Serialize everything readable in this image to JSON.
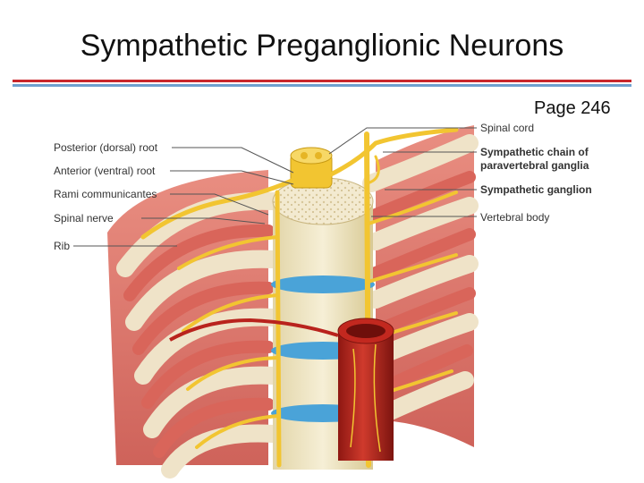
{
  "slide": {
    "title": "Sympathetic Preganglionic Neurons",
    "page_ref": "Page 246"
  },
  "labels_left": [
    {
      "text": "Posterior (dorsal) root"
    },
    {
      "text": "Anterior (ventral) root"
    },
    {
      "text": "Rami communicantes"
    },
    {
      "text": "Spinal nerve"
    },
    {
      "text": "Rib"
    }
  ],
  "labels_right": [
    {
      "text": "Spinal cord"
    },
    {
      "text": "Sympathetic chain of",
      "text2": "paravertebral ganglia"
    },
    {
      "text": "Sympathetic ganglion"
    },
    {
      "text": "Vertebral body"
    }
  ],
  "colors": {
    "rule_red": "#c9262b",
    "rule_blue": "#6fa0cf",
    "muscle": "#d9655a",
    "rib": "#efe3c8",
    "nerve": "#f2c531",
    "bone": "#efe6c4",
    "disc": "#4aa3d8",
    "aorta": "#b9231d"
  }
}
